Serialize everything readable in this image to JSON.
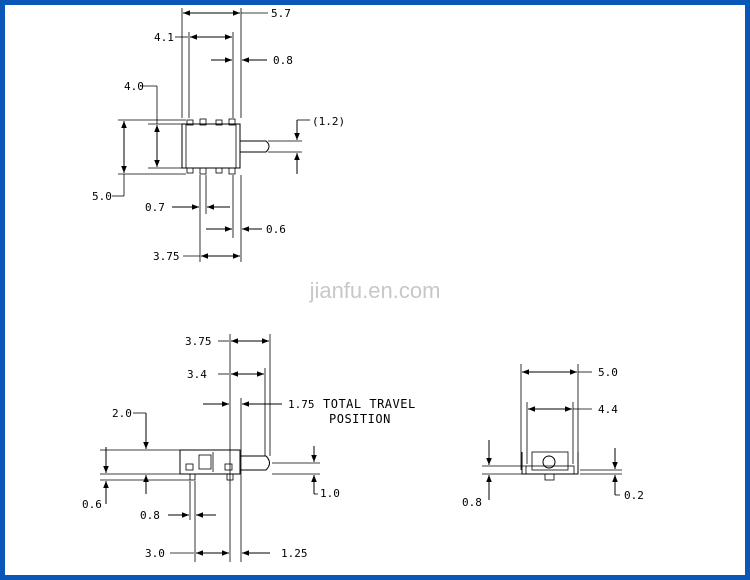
{
  "watermark": "jianfu.en.com",
  "top_view": {
    "dims": {
      "w57": "5.7",
      "w41": "4.1",
      "w08": "0.8",
      "h40": "4.0",
      "h12": "(1.2)",
      "h50": "5.0",
      "p07": "0.7",
      "p06": "0.6",
      "w375": "3.75"
    }
  },
  "side_view": {
    "dims": {
      "w375": "3.75",
      "w34": "3.4",
      "t175": "1.75",
      "h20": "2.0",
      "h06": "0.6",
      "h10": "1.0",
      "p08": "0.8",
      "w30": "3.0",
      "w125": "1.25"
    },
    "note_line1": "TOTAL TRAVEL",
    "note_line2": "POSITION"
  },
  "end_view": {
    "dims": {
      "w50": "5.0",
      "w44": "4.4",
      "h08": "0.8",
      "h02": "0.2"
    }
  }
}
